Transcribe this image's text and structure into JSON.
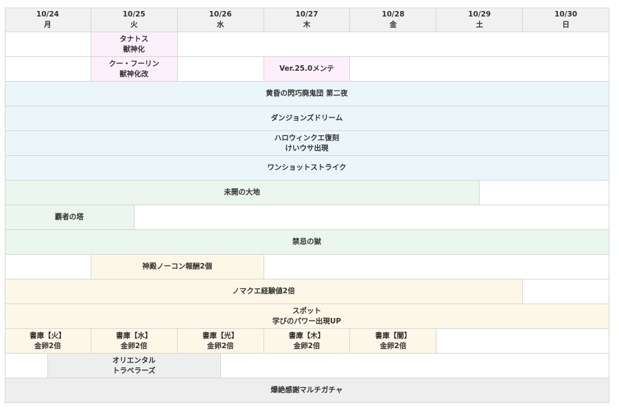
{
  "colors": {
    "header": "#f1f1f1",
    "pink": "#fdf0fb",
    "blue": "#ebf6fa",
    "green": "#eaf6ee",
    "cream": "#fdf7e8",
    "gray": "#eeeeee",
    "empty": "#ffffff",
    "grid_line": "#d6d6d6",
    "text": "#333333"
  },
  "calendar": {
    "days": [
      {
        "date": "10/24",
        "weekday": "月"
      },
      {
        "date": "10/25",
        "weekday": "火"
      },
      {
        "date": "10/26",
        "weekday": "水"
      },
      {
        "date": "10/27",
        "weekday": "木"
      },
      {
        "date": "10/28",
        "weekday": "金"
      },
      {
        "date": "10/29",
        "weekday": "土"
      },
      {
        "date": "10/30",
        "weekday": "日"
      }
    ],
    "rows": [
      [
        {
          "span": 1,
          "empty": true
        },
        {
          "span": 1,
          "color": "pink",
          "lines": [
            "タナトス",
            "獣神化"
          ]
        },
        {
          "span": 5,
          "empty": true
        }
      ],
      [
        {
          "span": 1,
          "empty": true
        },
        {
          "span": 1,
          "color": "pink",
          "lines": [
            "クー・フーリン",
            "獣神化改"
          ]
        },
        {
          "span": 1,
          "empty": true
        },
        {
          "span": 1,
          "color": "pink",
          "lines": [
            "Ver.25.0メンテ"
          ]
        },
        {
          "span": 3,
          "empty": true
        }
      ],
      [
        {
          "span": 7,
          "color": "blue",
          "lines": [
            "黄昏の閃巧廃鬼団 第二夜"
          ]
        }
      ],
      [
        {
          "span": 7,
          "color": "blue",
          "lines": [
            "ダンジョンズドリーム"
          ]
        }
      ],
      [
        {
          "span": 7,
          "color": "blue",
          "lines": [
            "ハロウィンクエ復刻",
            "けいウサ出現"
          ]
        }
      ],
      [
        {
          "span": 7,
          "color": "blue",
          "lines": [
            "ワンショットストライク"
          ]
        }
      ],
      [
        {
          "span": 5.5,
          "color": "green",
          "lines": [
            "未開の大地"
          ]
        },
        {
          "span": 1.5,
          "empty": true
        }
      ],
      [
        {
          "span": 1.5,
          "color": "green",
          "lines": [
            "覇者の塔"
          ]
        },
        {
          "span": 5.5,
          "empty": true
        }
      ],
      [
        {
          "span": 7,
          "color": "green",
          "lines": [
            "禁忌の獄"
          ]
        }
      ],
      [
        {
          "span": 1,
          "empty": true
        },
        {
          "span": 2,
          "color": "cream",
          "lines": [
            "神殿ノーコン報酬2個"
          ]
        },
        {
          "span": 4,
          "empty": true
        }
      ],
      [
        {
          "span": 6,
          "color": "cream",
          "lines": [
            "ノマクエ経験値2倍"
          ]
        },
        {
          "span": 1,
          "empty": true
        }
      ],
      [
        {
          "span": 7,
          "color": "cream",
          "lines": [
            "スポット",
            "学びのパワー出現UP"
          ]
        }
      ],
      [
        {
          "span": 1,
          "color": "cream",
          "lines": [
            "書庫【火】",
            "金卵2倍"
          ]
        },
        {
          "span": 1,
          "color": "cream",
          "lines": [
            "書庫【水】",
            "金卵2倍"
          ]
        },
        {
          "span": 1,
          "color": "cream",
          "lines": [
            "書庫【光】",
            "金卵2倍"
          ]
        },
        {
          "span": 1,
          "color": "cream",
          "lines": [
            "書庫【木】",
            "金卵2倍"
          ]
        },
        {
          "span": 1,
          "color": "cream",
          "lines": [
            "書庫【闇】",
            "金卵2倍"
          ]
        },
        {
          "span": 2,
          "empty": true
        }
      ],
      [
        {
          "span": 0.5,
          "empty": true
        },
        {
          "span": 2,
          "color": "gray",
          "lines": [
            "オリエンタル",
            "トラベラーズ"
          ]
        },
        {
          "span": 4.5,
          "empty": true
        }
      ],
      [
        {
          "span": 7,
          "color": "gray",
          "lines": [
            "爆絶感謝マルチガチャ"
          ]
        }
      ]
    ]
  }
}
